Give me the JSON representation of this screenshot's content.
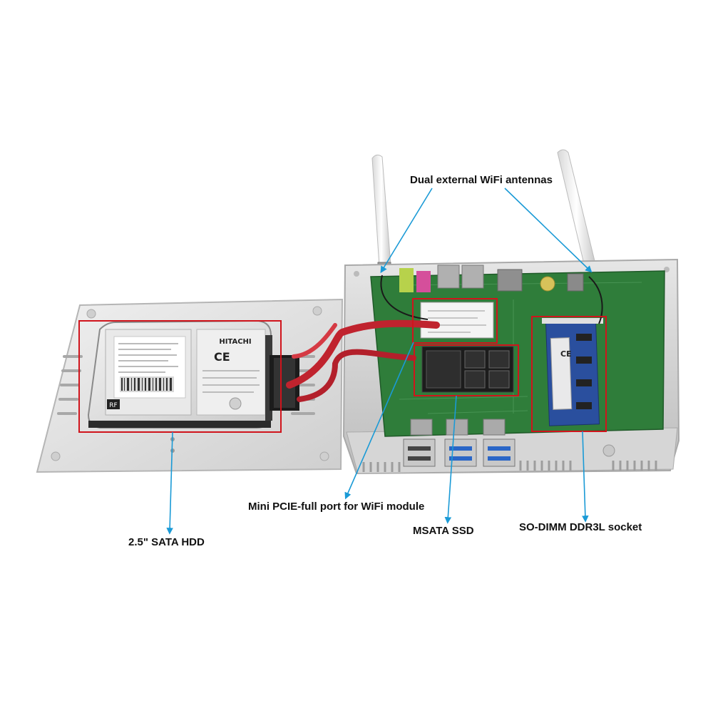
{
  "labels": {
    "antennas": "Dual external WiFi antennas",
    "mini_pcie": "Mini PCIE-full port for WiFi module",
    "msata": "MSATA SSD",
    "sodimm": "SO-DIMM DDR3L socket",
    "hdd": "2.5\" SATA HDD"
  },
  "hdd_print": {
    "brand": "HITACHI",
    "marks": "CE",
    "reg": "RF"
  },
  "colors": {
    "callout_arrow": "#1a9ad6",
    "highlight_box": "#d0141c",
    "case_silver": "#dcdcdc",
    "pcb_green": "#2f7d3a",
    "ram_blue": "#2a4f9e"
  },
  "icons": [
    "arrow-down-icon",
    "arrow-up-icon"
  ]
}
